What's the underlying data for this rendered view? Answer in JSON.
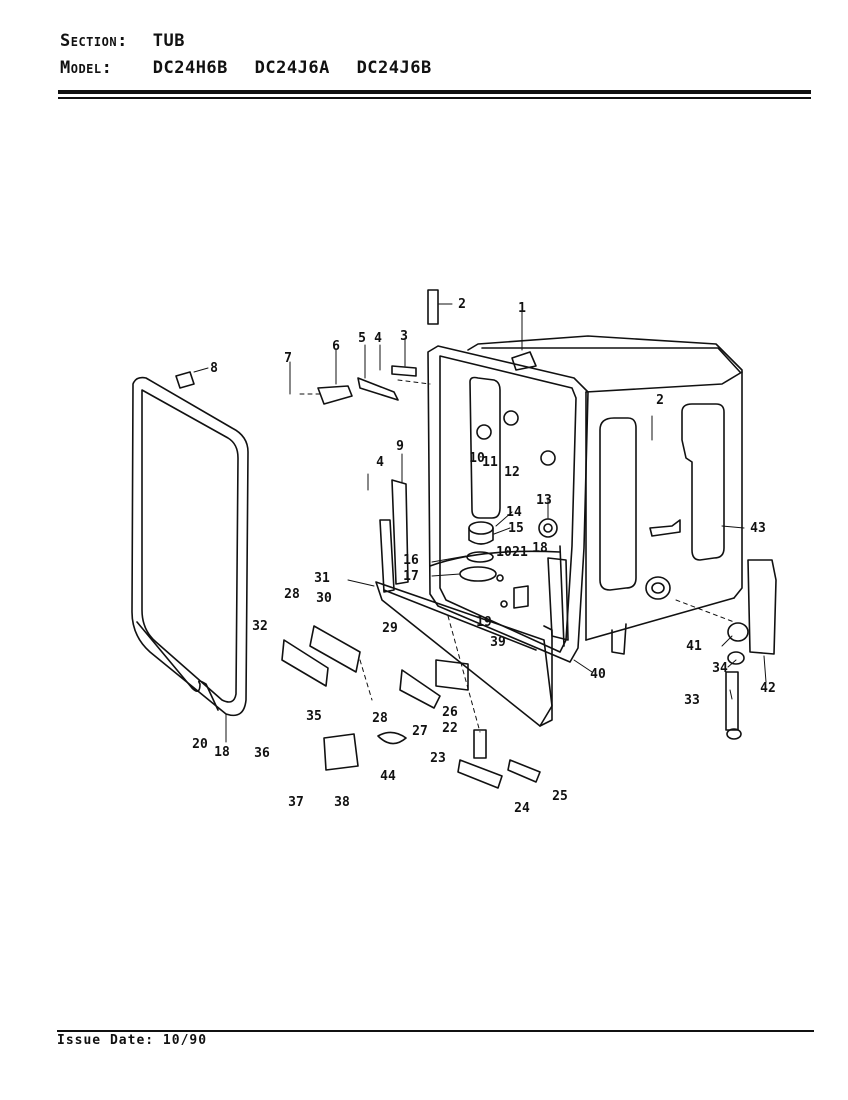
{
  "header": {
    "section_label": "Section:",
    "section_value": "TUB",
    "model_label": "Model:",
    "models": [
      "DC24H6B",
      "DC24J6A",
      "DC24J6B"
    ]
  },
  "callouts": [
    "1",
    "2",
    "2",
    "3",
    "4",
    "4",
    "5",
    "6",
    "7",
    "8",
    "9",
    "10",
    "10",
    "11",
    "12",
    "13",
    "14",
    "15",
    "16",
    "17",
    "18",
    "18",
    "19",
    "20",
    "21",
    "22",
    "23",
    "24",
    "25",
    "26",
    "27",
    "28",
    "28",
    "29",
    "30",
    "31",
    "32",
    "33",
    "34",
    "35",
    "36",
    "37",
    "38",
    "39",
    "40",
    "41",
    "42",
    "43",
    "44"
  ],
  "footer": {
    "issue_date": "Issue Date: 10/90"
  }
}
